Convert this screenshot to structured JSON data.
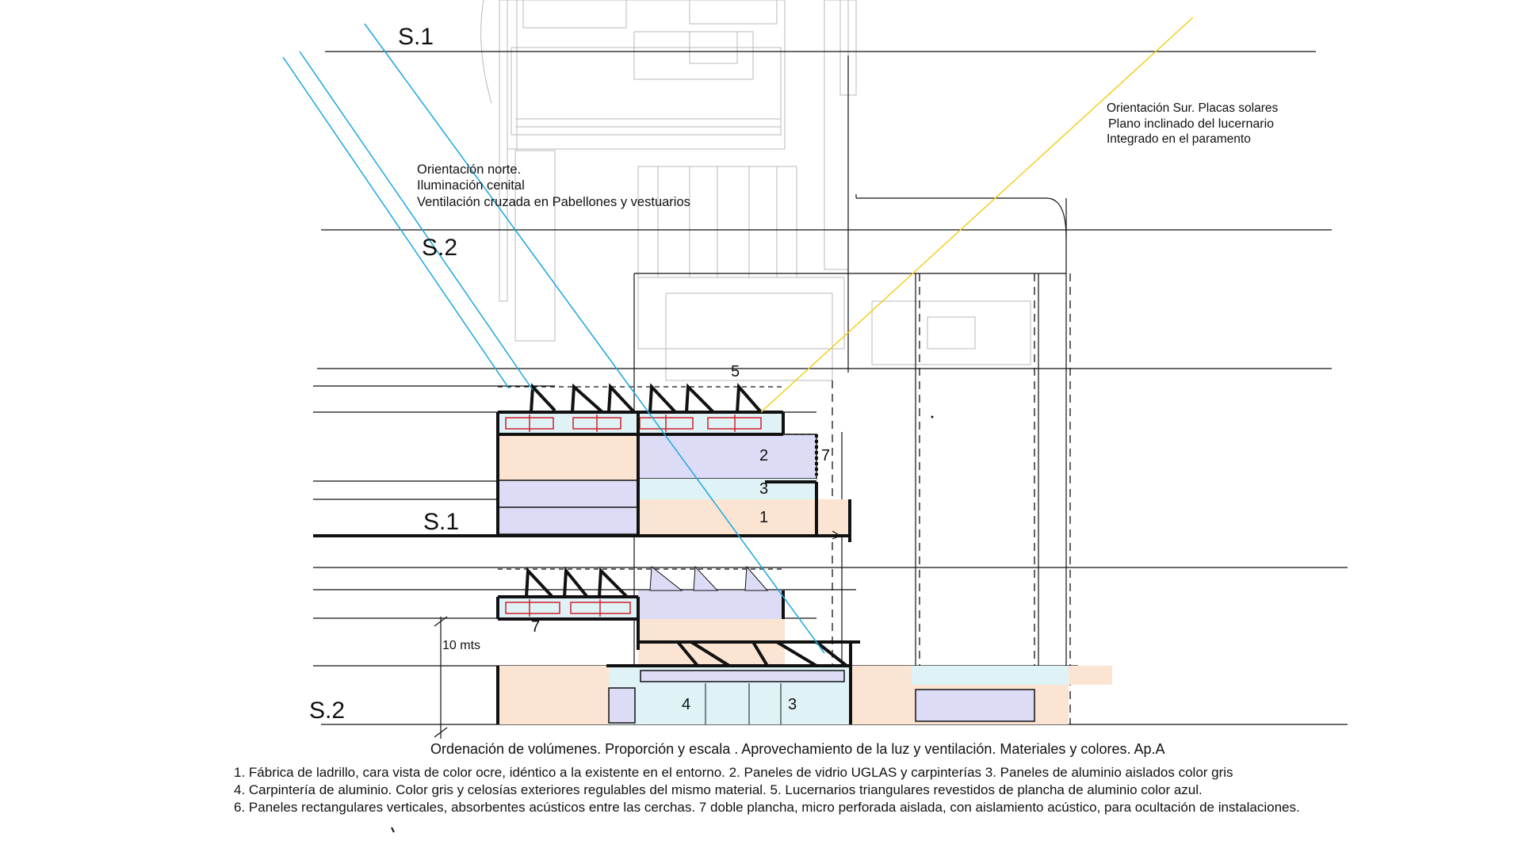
{
  "sections": {
    "s1_top": "S.1",
    "s2_upper": "S.2",
    "s1_mid": "S.1",
    "s2_bottom": "S.2"
  },
  "notes": {
    "north": [
      "Orientación norte.",
      "Iluminación cenital",
      "Ventilación cruzada en Pabellones y vestuarios"
    ],
    "south": [
      "Orientación Sur. Placas solares",
      "Plano inclinado del lucernario",
      "Integrado en el paramento"
    ]
  },
  "markers": {
    "m5": "5",
    "m2": "2",
    "m7a": "7",
    "m3a": "3",
    "m1": "1",
    "m7b": "7",
    "m4": "4",
    "m3b": "3"
  },
  "dimension": "10 mts",
  "caption": "Ordenación de volúmenes. Proporción y escala . Aprovechamiento de la luz y ventilación. Materiales y colores. Ap.A",
  "legend": [
    "1. Fábrica de ladrillo, cara vista de color ocre, idéntico a la existente en el entorno. 2. Paneles de vidrio UGLAS y carpinterías 3. Paneles de aluminio aislados color gris",
    "4. Carpintería de aluminio. Color gris y celosías exteriores regulables del mismo material. 5. Lucernarios triangulares revestidos de plancha de aluminio color azul.",
    "6. Paneles rectangulares verticales, absorbentes acústicos entre las cerchas. 7 doble plancha, micro perforada aislada, con aislamiento acústico, para ocultación de instalaciones."
  ],
  "colors": {
    "ochre": "#fbe5d2",
    "glass": "#dcdcf6",
    "aluminium": "#dff3f7",
    "north_ray": "#1aa6e0",
    "south_ray": "#f2cf1f",
    "window_red": "#d0202a"
  }
}
